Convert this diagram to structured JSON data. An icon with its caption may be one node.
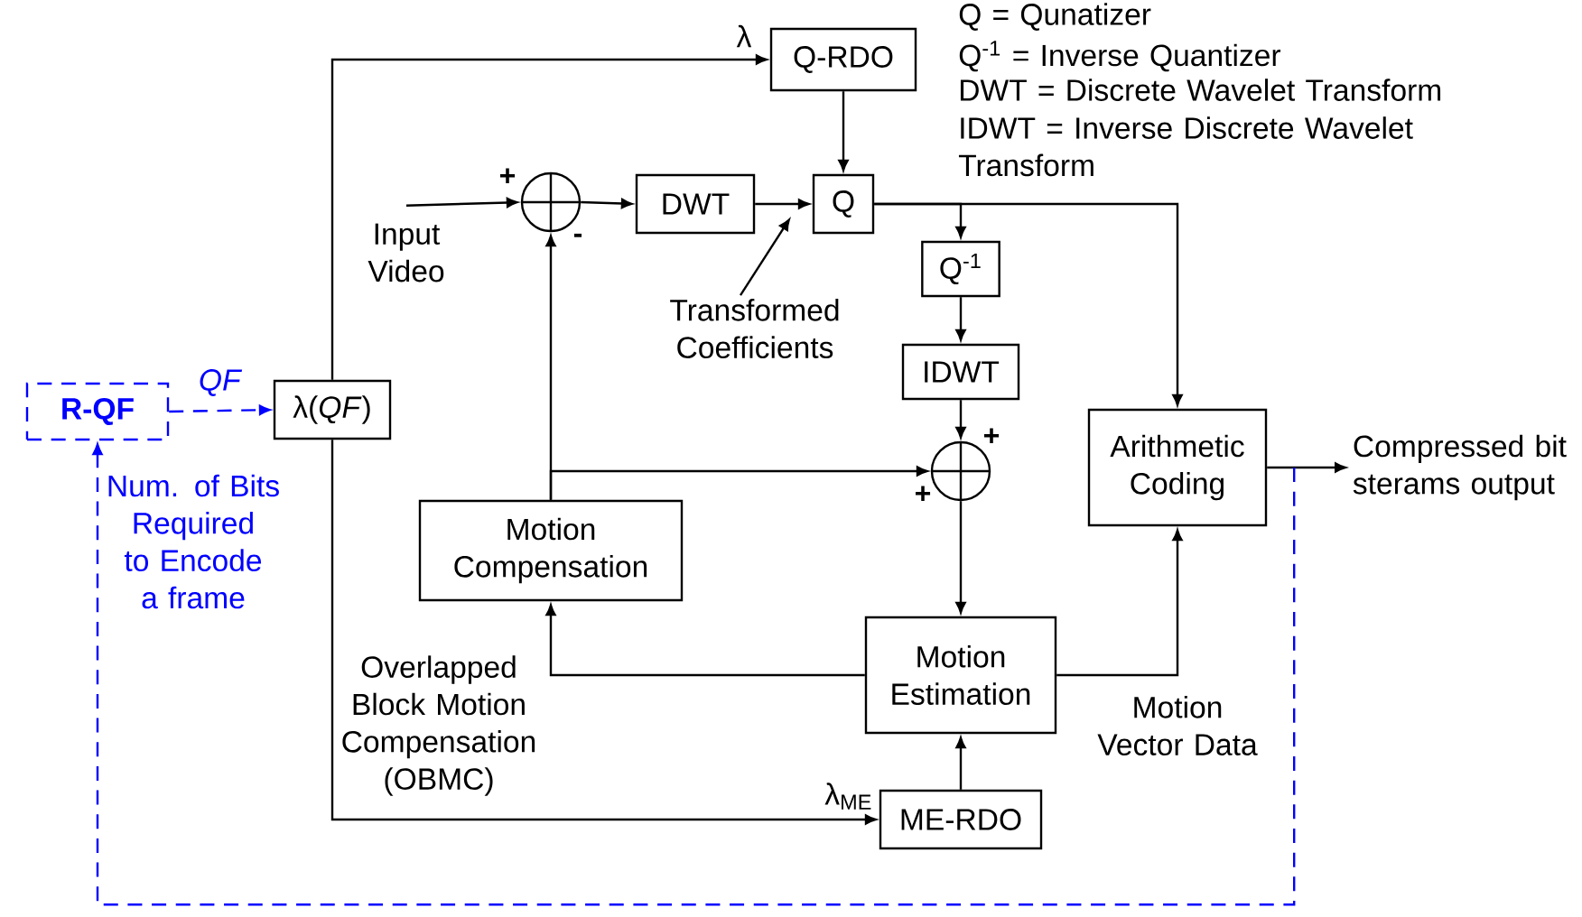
{
  "diagram": {
    "nodes": [
      {
        "text": [
          "R-QF"
        ]
      },
      {
        "text": [
          "λ(*QF*)"
        ]
      },
      {
        "text": [
          "Q-RDO"
        ]
      },
      {
        "text": [],
        "shape": "circle"
      },
      {
        "text": [
          "DWT"
        ]
      },
      {
        "text": [
          "Q"
        ]
      },
      {
        "text": [
          "Q$^{-1}$"
        ]
      },
      {
        "text": [
          "IDWT"
        ]
      },
      {
        "text": [],
        "shape": "circle"
      },
      {
        "text": [
          "Arithmetic Coding"
        ]
      },
      {
        "text": [
          "Motion Compensation"
        ]
      },
      {
        "text": [
          "Motion Estimation"
        ]
      },
      {
        "text": [
          "ME-RDO"
        ]
      },
      {
        "text": [
          "Input Video"
        ]
      },
      {
        "text": [
          "Compressed bit sterams output"
        ]
      },
      {
        "text": [
          "Transformed Coefficients"
        ]
      }
    ],
    "edges": [
      {
        "from": 0,
        "to": 1,
        "arrow": "to",
        "label": "*QF*",
        "style": "dashed",
        "color": "#0000ff"
      },
      {
        "from": 1,
        "to": 2,
        "arrow": "to",
        "label": "λ"
      },
      {
        "from": 1,
        "to": 12,
        "arrow": "to",
        "label": "λ$_{ME}$"
      },
      {
        "from": 2,
        "to": 5,
        "arrow": "to"
      },
      {
        "from": 13,
        "to": 3,
        "arrow": "to"
      },
      {
        "from": 3,
        "to": 4,
        "arrow": "to"
      },
      {
        "from": 4,
        "to": 5,
        "arrow": "to"
      },
      {
        "from": 5,
        "to": 6,
        "arrow": "to"
      },
      {
        "from": 5,
        "to": 9,
        "arrow": "to"
      },
      {
        "from": 6,
        "to": 7,
        "arrow": "to"
      },
      {
        "from": 7,
        "to": 8,
        "arrow": "to"
      },
      {
        "from": 8,
        "to": 11,
        "arrow": "to"
      },
      {
        "from": 10,
        "to": 3,
        "arrow": "to"
      },
      {
        "from": 10,
        "to": 8,
        "arrow": "to"
      },
      {
        "from": 11,
        "to": 10,
        "arrow": "to",
        "label": "Overlapped Block Motion Compensation (OBMC)"
      },
      {
        "from": 11,
        "to": 9,
        "arrow": "to",
        "label": "Motion Vector Data"
      },
      {
        "from": 12,
        "to": 11,
        "arrow": "to"
      },
      {
        "from": 9,
        "to": 14,
        "arrow": "to"
      },
      {
        "from": 9,
        "to": 0,
        "arrow": "to",
        "label": "Num. of Bits Required to Encode a frame",
        "style": "dashed",
        "color": "#0000ff"
      },
      {
        "from": 15,
        "to": null,
        "arrow": "to"
      }
    ],
    "labels": [
      "Q = Qunatizer",
      "Q$^{-1}$ = Inverse Quantizer",
      "DWT = Discrete Wavelet Transform",
      "IDWT =  Inverse Discrete Wavelet Transform",
      "+",
      "-",
      "+",
      "+"
    ]
  }
}
